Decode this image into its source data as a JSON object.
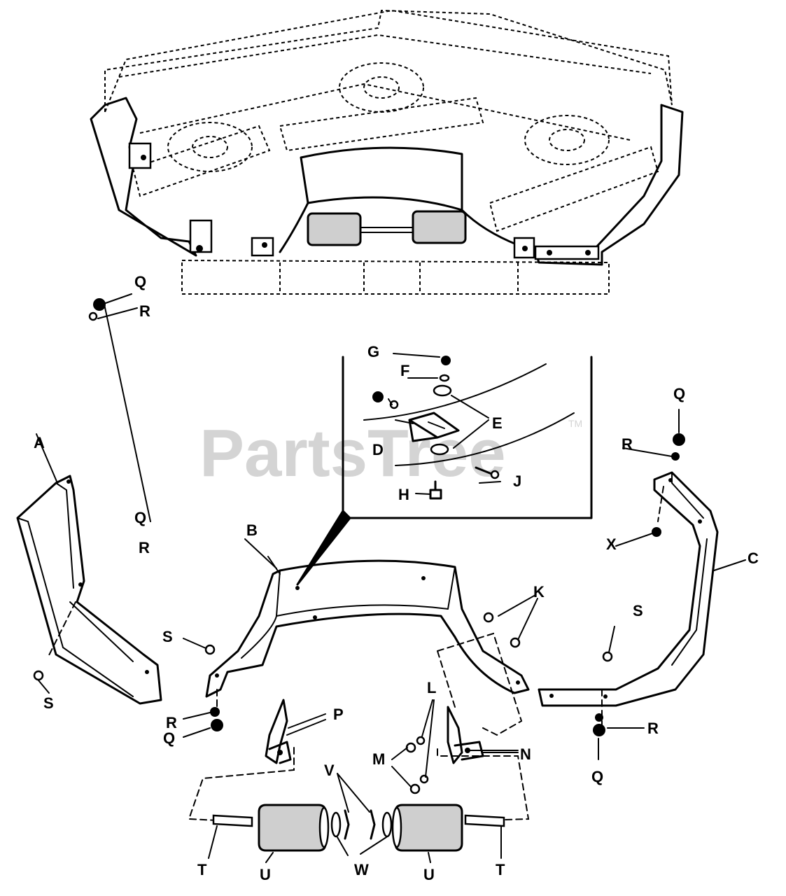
{
  "watermark": {
    "text": "PartsTree",
    "tm": "TM"
  },
  "parts": {
    "A": "A",
    "B": "B",
    "C": "C",
    "D": "D",
    "E": "E",
    "F": "F",
    "G": "G",
    "H": "H",
    "J": "J",
    "K": "K",
    "L": "L",
    "M": "M",
    "N": "N",
    "P": "P",
    "Q": "Q",
    "R": "R",
    "S": "S",
    "T": "T",
    "U": "U",
    "V": "V",
    "W": "W",
    "X": "X"
  }
}
